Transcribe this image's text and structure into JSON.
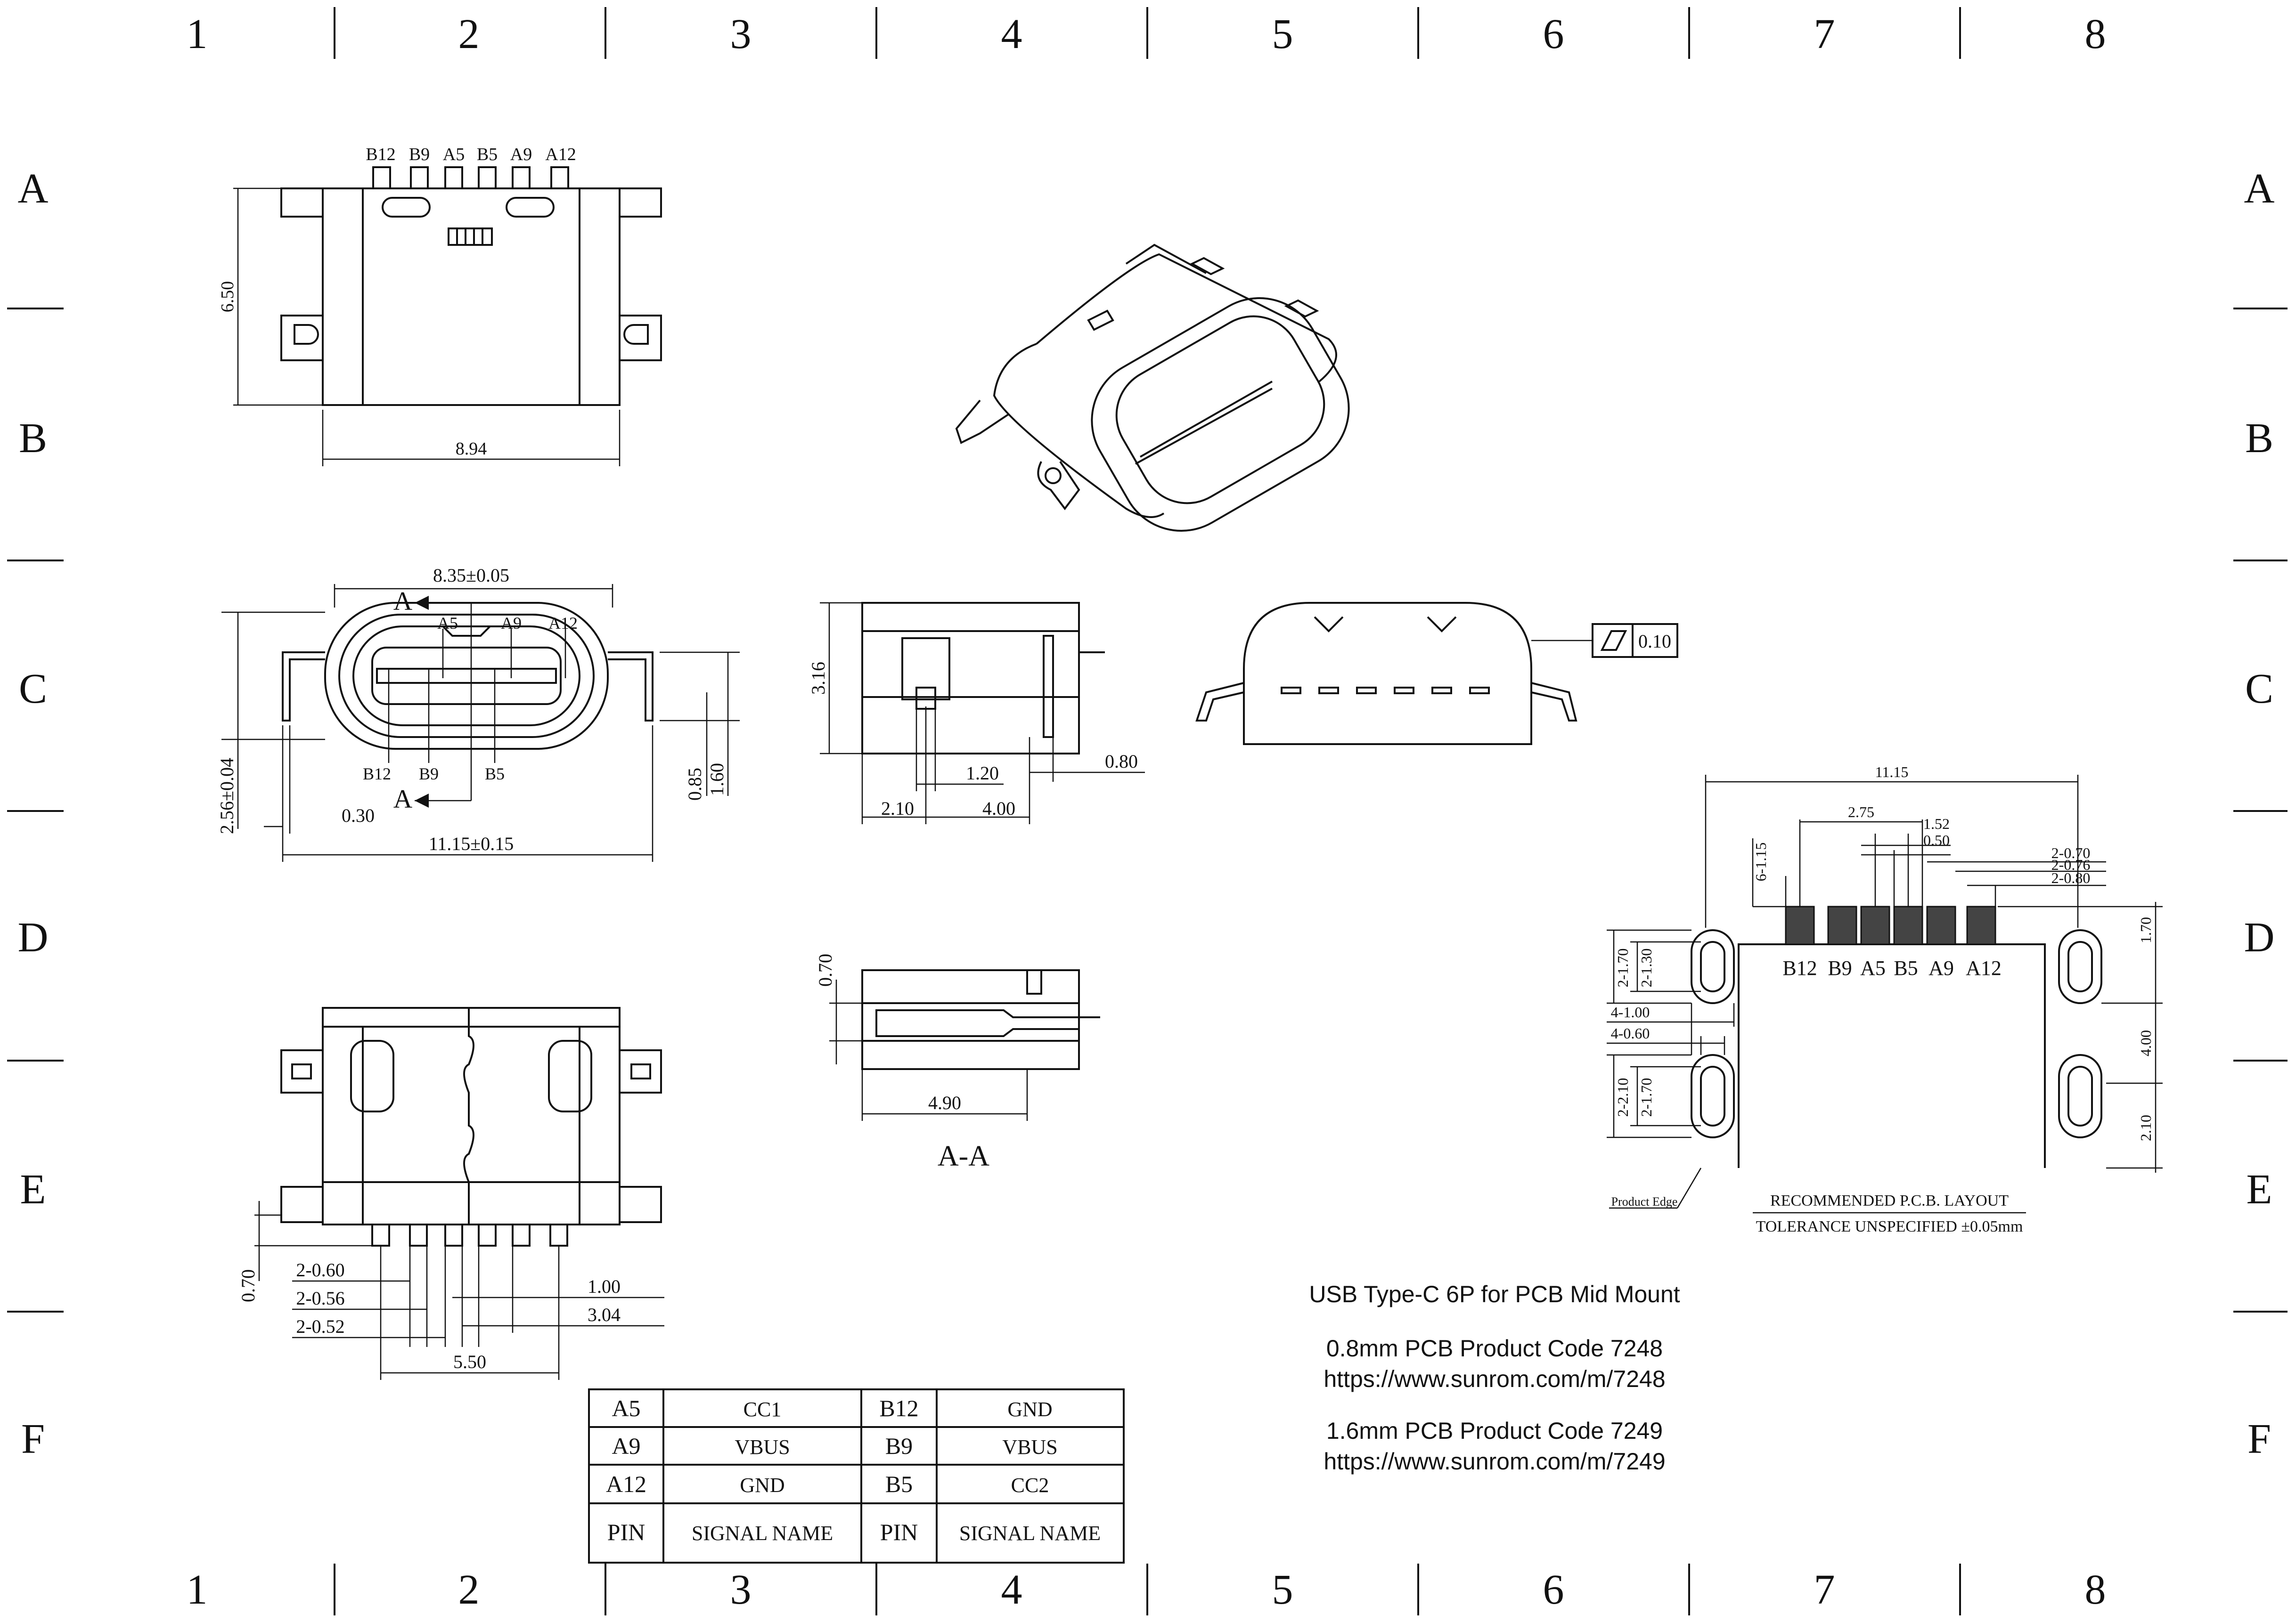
{
  "border": {
    "columns": [
      "1",
      "2",
      "3",
      "4",
      "5",
      "6",
      "7",
      "8"
    ],
    "rows": [
      "A",
      "B",
      "C",
      "D",
      "E",
      "F"
    ]
  },
  "top_view": {
    "pins": [
      "B12",
      "B9",
      "A5",
      "B5",
      "A9",
      "A12"
    ],
    "dim_height": "6.50",
    "dim_width": "8.94"
  },
  "front_view": {
    "dim_top": "8.35±0.05",
    "section_letter_top": "A",
    "section_letter_bottom": "A",
    "top_pins": [
      "A5",
      "A9",
      "A12"
    ],
    "bottom_pins": [
      "B12",
      "B9",
      "B5"
    ],
    "dim_left": "2.56±0.04",
    "dim_030": "0.30",
    "dim_overall": "11.15±0.15",
    "dim_085": "0.85",
    "dim_160": "1.60"
  },
  "side_view": {
    "dim_height": "3.16",
    "dim_120": "1.20",
    "dim_080": "0.80",
    "dim_210": "2.10",
    "dim_400": "4.00"
  },
  "rear_view": {
    "flatness": "0.10"
  },
  "section_view": {
    "dim_070": "0.70",
    "dim_490": "4.90",
    "label": "A-A"
  },
  "bottom_view": {
    "dim_070": "0.70",
    "dim_060": "2-0.60",
    "dim_056": "2-0.56",
    "dim_052": "2-0.52",
    "dim_100": "1.00",
    "dim_304": "3.04",
    "dim_550": "5.50"
  },
  "pcb_layout": {
    "dim_width": "11.15",
    "dim_275": "2.75",
    "dim_152": "1.52",
    "dim_050": "0.50",
    "dim_270": "2-0.70",
    "dim_276": "2-0.76",
    "dim_280": "2-0.80",
    "dim_615": "6-1.15",
    "pads": [
      "B12",
      "B9",
      "A5",
      "B5",
      "A9",
      "A12"
    ],
    "dim_l_2170": "2-1.70",
    "dim_l_2130": "2-1.30",
    "dim_l_4100": "4-1.00",
    "dim_l_4060": "4-0.60",
    "dim_l_2210": "2-2.10",
    "dim_l_2170b": "2-1.70",
    "dim_r_170": "1.70",
    "dim_r_400": "4.00",
    "dim_r_210": "2.10",
    "product_edge": "Product Edge",
    "title": "RECOMMENDED  P.C.B.  LAYOUT",
    "tolerance": "TOLERANCE UNSPECIFIED ±0.05mm"
  },
  "product_info": {
    "title": "USB Type-C 6P for PCB Mid Mount",
    "code_1": "0.8mm PCB Product Code 7248",
    "url_1": "https://www.sunrom.com/m/7248",
    "code_2": "1.6mm PCB Product Code 7249",
    "url_2": "https://www.sunrom.com/m/7249"
  },
  "pin_table": {
    "rows": [
      [
        "A5",
        "CC1",
        "B12",
        "GND"
      ],
      [
        "A9",
        "VBUS",
        "B9",
        "VBUS"
      ],
      [
        "A12",
        "GND",
        "B5",
        "CC2"
      ],
      [
        "PIN",
        "SIGNAL NAME",
        "PIN",
        "SIGNAL NAME"
      ]
    ]
  }
}
